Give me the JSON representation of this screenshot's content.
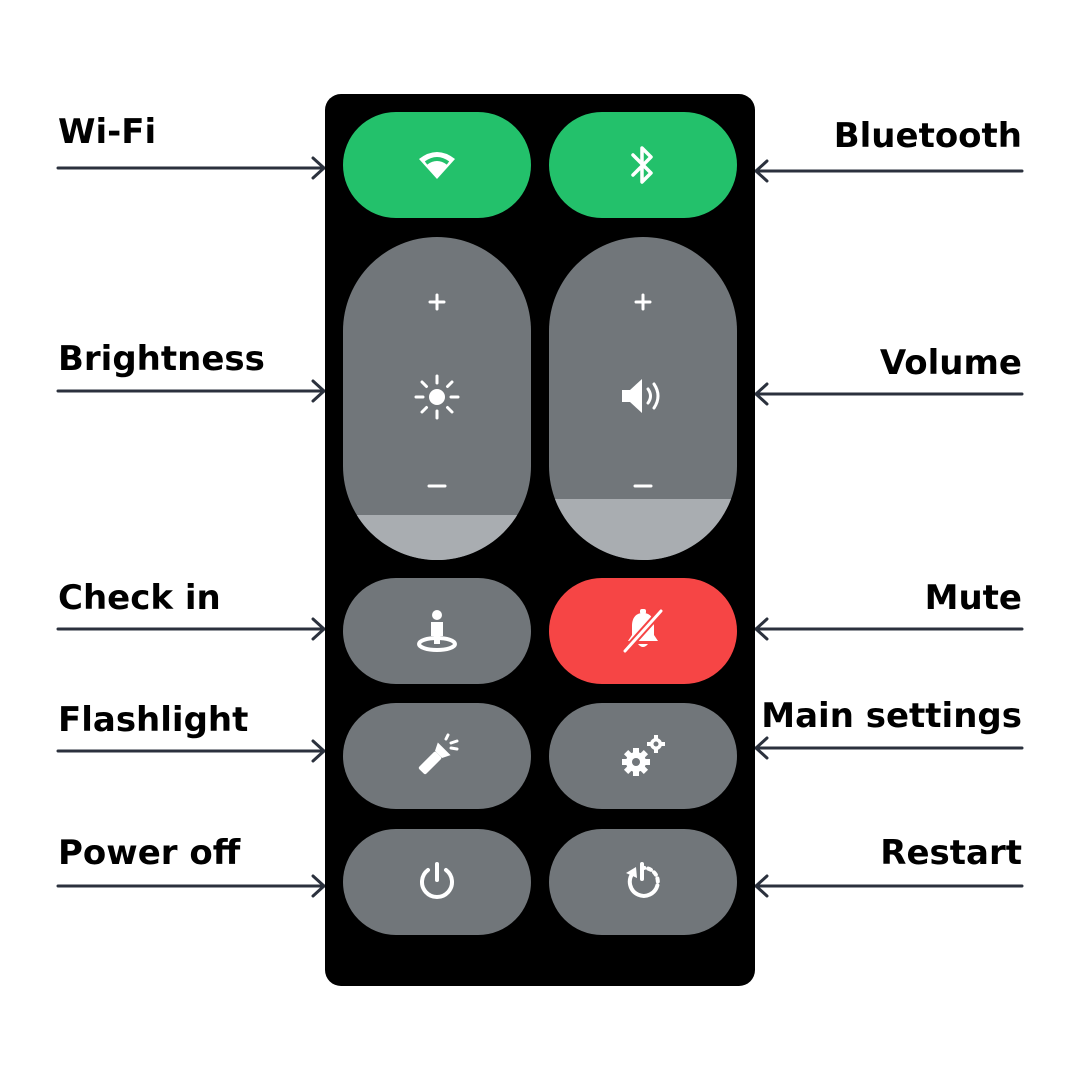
{
  "labels": {
    "wifi": "Wi-Fi",
    "bluetooth": "Bluetooth",
    "brightness": "Brightness",
    "volume": "Volume",
    "check_in": "Check in",
    "mute": "Mute",
    "flashlight": "Flashlight",
    "main_settings": "Main settings",
    "power_off": "Power off",
    "restart": "Restart"
  },
  "controls": {
    "wifi": {
      "icon": "wifi-icon",
      "state": "on"
    },
    "bluetooth": {
      "icon": "bluetooth-icon",
      "state": "on"
    },
    "brightness": {
      "icon": "sun-icon",
      "plus": "+",
      "minus": "–",
      "level": 0.14
    },
    "volume": {
      "icon": "speaker-icon",
      "plus": "+",
      "minus": "–",
      "level": 0.19
    },
    "check_in": {
      "icon": "person-checkin-icon"
    },
    "mute": {
      "icon": "bell-off-icon",
      "state": "on"
    },
    "flashlight": {
      "icon": "flashlight-icon"
    },
    "main_settings": {
      "icon": "gears-icon"
    },
    "power_off": {
      "icon": "power-icon"
    },
    "restart": {
      "icon": "restart-icon"
    }
  },
  "colors": {
    "panel": "#000000",
    "active_green": "#23c16b",
    "muted_red": "#f64545",
    "inactive_gray": "#71767a",
    "slider_fill": "#a9adb1",
    "arrow": "#2b313d"
  }
}
